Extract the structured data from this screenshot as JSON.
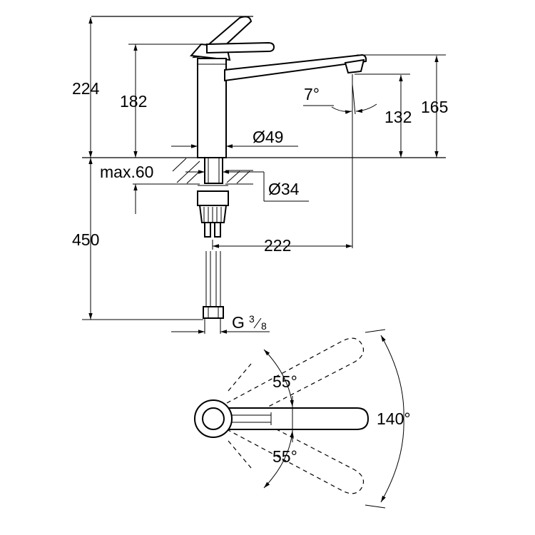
{
  "dimensions": {
    "overall_height": "224",
    "lever_height": "182",
    "spout_height": "165",
    "outlet_height": "132",
    "spout_angle": "7°",
    "body_diameter": "Ø49",
    "hole_diameter": "Ø34",
    "max_deck": "max.60",
    "hose_length": "450",
    "spout_reach": "222",
    "thread": "G",
    "thread_num": "3",
    "thread_den": "8"
  },
  "top_view": {
    "swing_angle": "140°",
    "lever_up_angle": "55°",
    "lever_down_angle": "55°"
  }
}
